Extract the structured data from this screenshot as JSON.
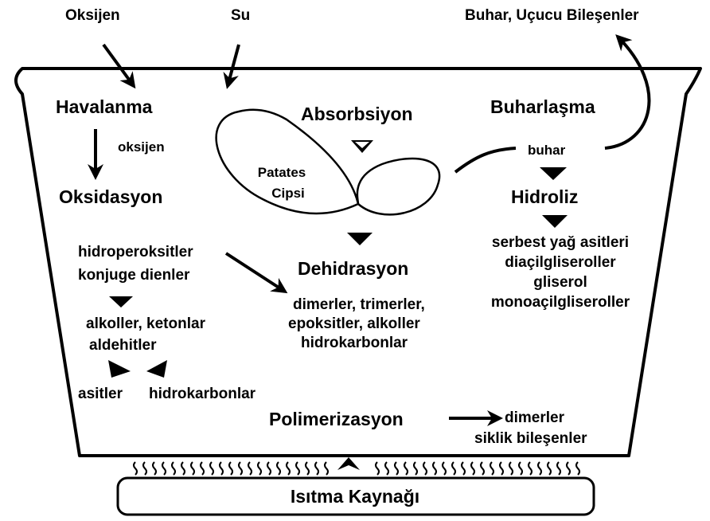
{
  "inputs": {
    "oxygen": "Oksijen",
    "water": "Su",
    "vapor_out": "Buhar, Uçucu Bileşenler"
  },
  "left_column": {
    "aeration": "Havalanma",
    "oxygen_small": "oksijen",
    "oxidation": "Oksidasyon",
    "hydroperoxides": "hidroperoksitler",
    "conjugated_dienes": "konjuge dienler",
    "alcohols_ketones": "alkoller, ketonlar",
    "aldehydes": "aldehitler",
    "acids": "asitler",
    "hydrocarbons": "hidrokarbonlar"
  },
  "center_column": {
    "absorption": "Absorbsiyon",
    "chip_line1": "Patates",
    "chip_line2": "Cipsi",
    "dehydration": "Dehidrasyon",
    "products_line1": "dimerler, trimerler,",
    "products_line2": "epoksitler, alkoller",
    "products_line3": "hidrokarbonlar"
  },
  "right_column": {
    "evaporation": "Buharlaşma",
    "steam": "buhar",
    "hydrolysis": "Hidroliz",
    "product_1": "serbest yağ asitleri",
    "product_2": "diaçilgliseroller",
    "product_3": "gliserol",
    "product_4": "monoaçilgliseroller"
  },
  "bottom": {
    "polymerization": "Polimerizasyon",
    "poly_product_1": "dimerler",
    "poly_product_2": "siklik bileşenler",
    "heat_source": "Isıtma Kaynağı"
  }
}
